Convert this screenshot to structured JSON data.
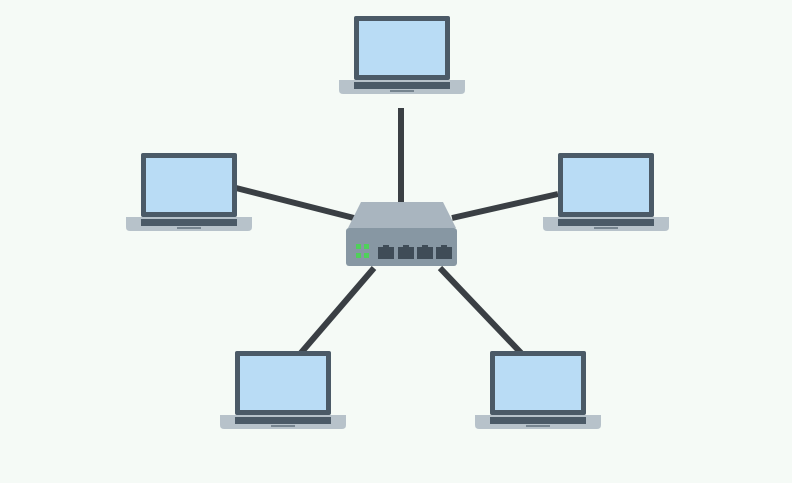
{
  "diagram": {
    "topology": "star",
    "hub": {
      "kind": "network-switch",
      "port_count": 4,
      "indicator_lights": 4
    },
    "nodes": [
      {
        "id": "laptop-top",
        "kind": "laptop"
      },
      {
        "id": "laptop-left",
        "kind": "laptop"
      },
      {
        "id": "laptop-right",
        "kind": "laptop"
      },
      {
        "id": "laptop-bottom-left",
        "kind": "laptop"
      },
      {
        "id": "laptop-bottom-right",
        "kind": "laptop"
      }
    ],
    "links": [
      {
        "from": "switch",
        "to": "laptop-top"
      },
      {
        "from": "switch",
        "to": "laptop-left"
      },
      {
        "from": "switch",
        "to": "laptop-right"
      },
      {
        "from": "switch",
        "to": "laptop-bottom-left"
      },
      {
        "from": "switch",
        "to": "laptop-bottom-right"
      }
    ],
    "colors": {
      "background": "#f5faf6",
      "cable": "#3a3f44",
      "laptop_frame": "#4b5a67",
      "laptop_screen": "#b9dcf5",
      "laptop_base": "#b7c2ca",
      "laptop_keyboard": "#4b5a67",
      "switch_top": "#a9b5bf",
      "switch_front": "#8797a3",
      "switch_port": "#3f4c57",
      "switch_light": "#4fd05a"
    }
  }
}
